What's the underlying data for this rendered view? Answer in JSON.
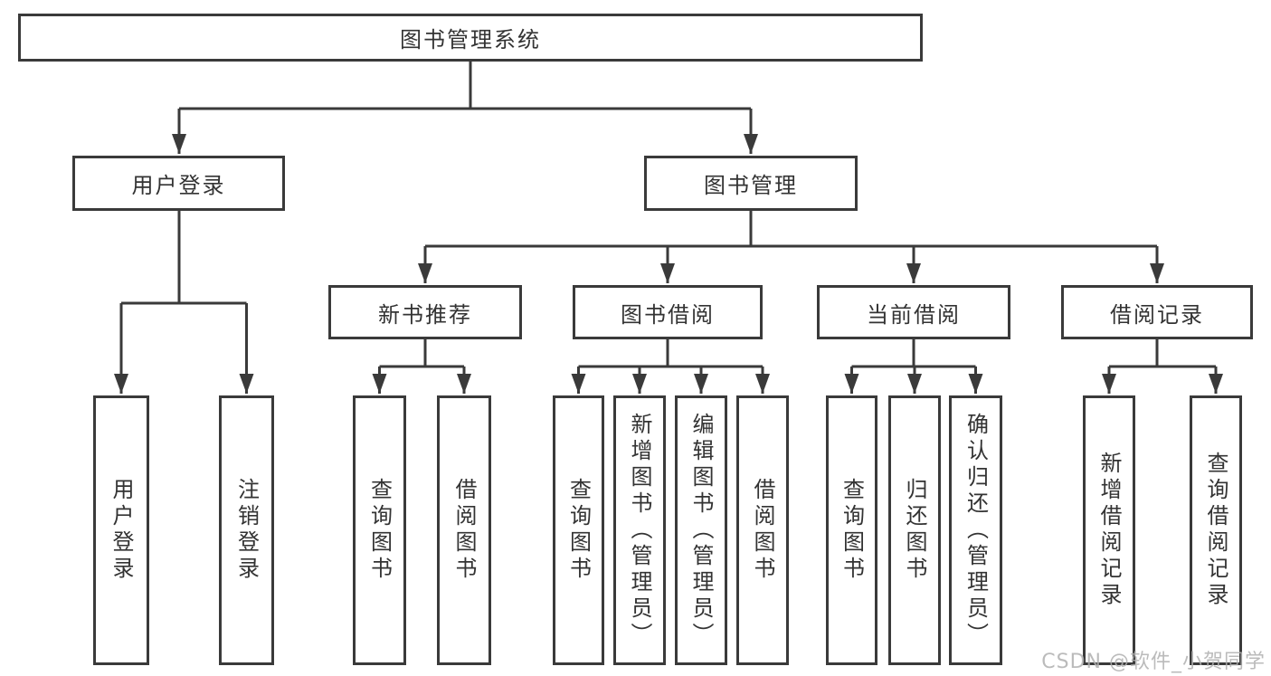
{
  "diagram": {
    "root": {
      "label": "图书管理系统"
    },
    "level2": [
      {
        "label": "用户登录"
      },
      {
        "label": "图书管理"
      }
    ],
    "level3": [
      {
        "label": "新书推荐"
      },
      {
        "label": "图书借阅"
      },
      {
        "label": "当前借阅"
      },
      {
        "label": "借阅记录"
      }
    ],
    "leaves": [
      {
        "label": "用户登录",
        "parent": "用户登录"
      },
      {
        "label": "注销登录",
        "parent": "用户登录"
      },
      {
        "label": "查询图书",
        "parent": "新书推荐"
      },
      {
        "label": "借阅图书",
        "parent": "新书推荐"
      },
      {
        "label": "查询图书",
        "parent": "图书借阅"
      },
      {
        "label": "新增图书（管理员）",
        "parent": "图书借阅"
      },
      {
        "label": "编辑图书（管理员）",
        "parent": "图书借阅"
      },
      {
        "label": "借阅图书",
        "parent": "图书借阅"
      },
      {
        "label": "查询图书",
        "parent": "当前借阅"
      },
      {
        "label": "归还图书",
        "parent": "当前借阅"
      },
      {
        "label": "确认归还（管理员）",
        "parent": "当前借阅"
      },
      {
        "label": "新增借阅记录",
        "parent": "借阅记录"
      },
      {
        "label": "查询借阅记录",
        "parent": "借阅记录"
      }
    ]
  },
  "watermark": "CSDN @软件_小贺同学",
  "colors": {
    "line": "#3a3a3a",
    "text": "#333333",
    "background": "#ffffff",
    "watermark": "#afafaf"
  }
}
